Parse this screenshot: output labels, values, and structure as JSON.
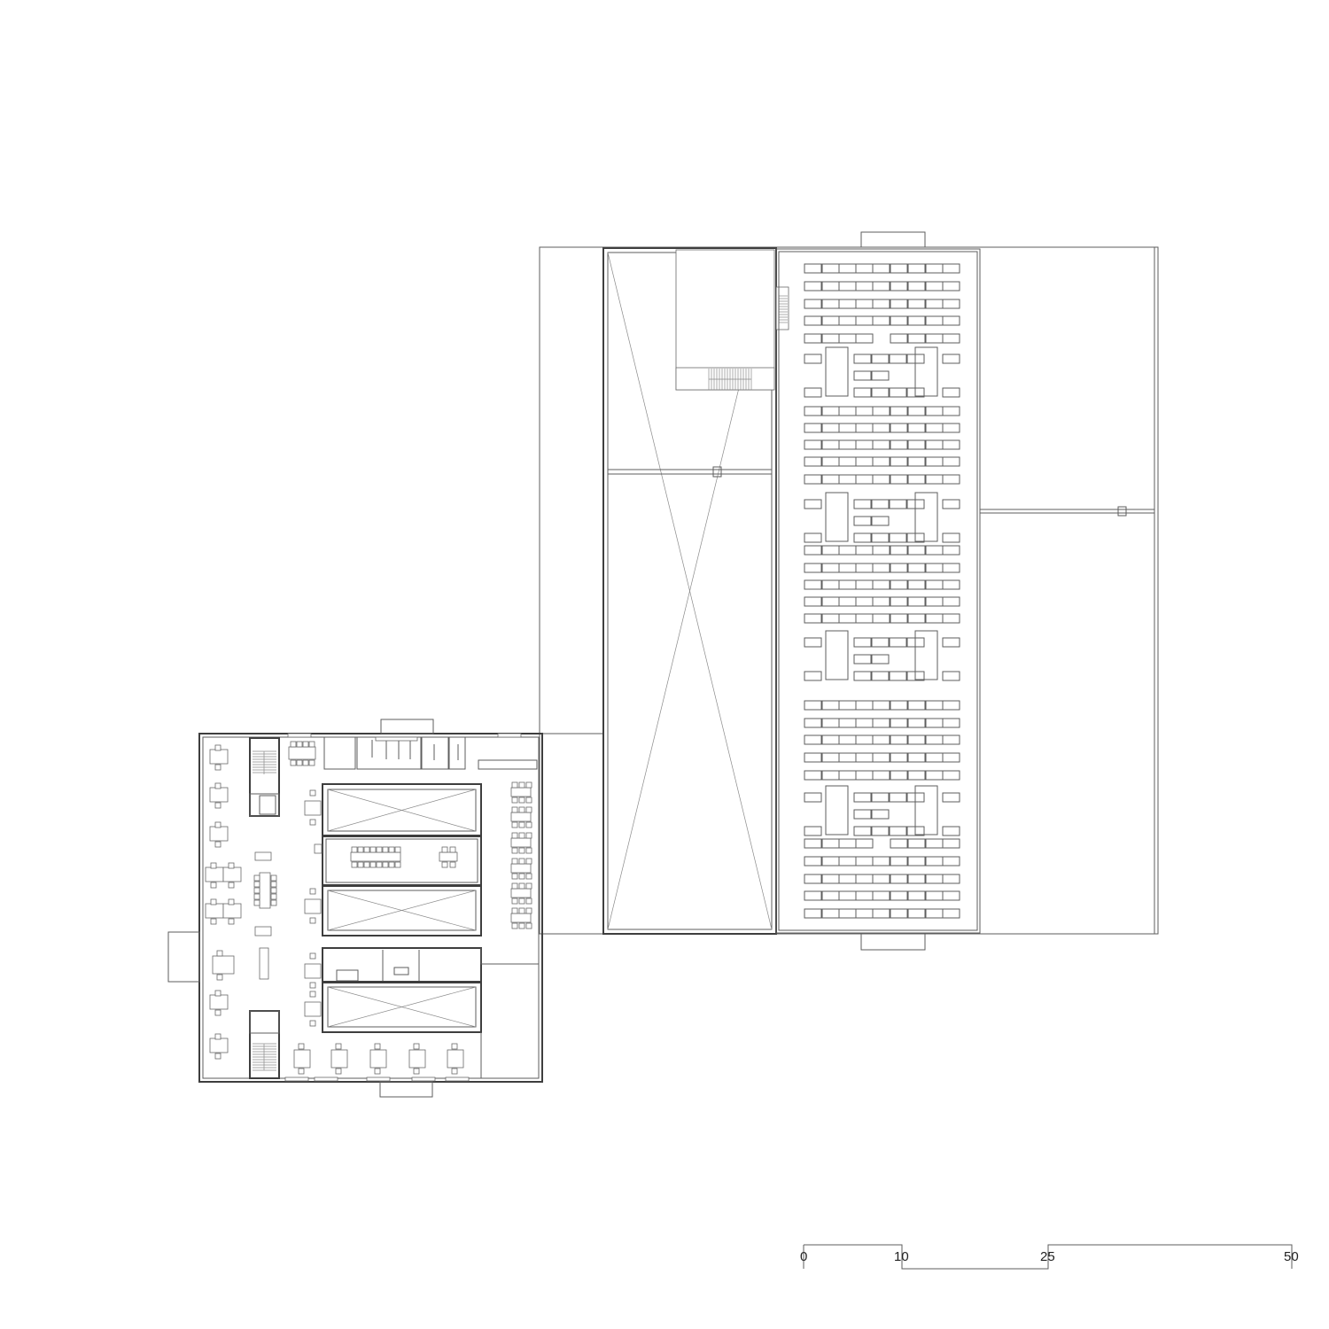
{
  "scale_bar": {
    "labels": [
      "0",
      "10",
      "25",
      "50"
    ]
  }
}
